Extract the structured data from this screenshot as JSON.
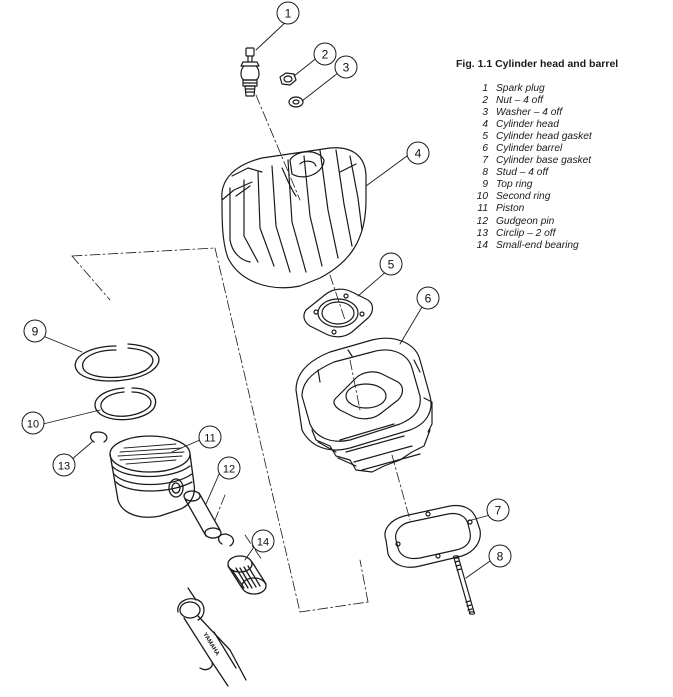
{
  "figure": {
    "caption": "Fig. 1.1 Cylinder head and barrel",
    "legend": [
      {
        "num": "1",
        "label": "Spark plug"
      },
      {
        "num": "2",
        "label": "Nut – 4 off"
      },
      {
        "num": "3",
        "label": "Washer – 4 off"
      },
      {
        "num": "4",
        "label": "Cylinder head"
      },
      {
        "num": "5",
        "label": "Cylinder head gasket"
      },
      {
        "num": "6",
        "label": "Cylinder barrel"
      },
      {
        "num": "7",
        "label": "Cylinder base gasket"
      },
      {
        "num": "8",
        "label": "Stud – 4 off"
      },
      {
        "num": "9",
        "label": "Top ring"
      },
      {
        "num": "10",
        "label": "Second ring"
      },
      {
        "num": "11",
        "label": "Piston"
      },
      {
        "num": "12",
        "label": "Gudgeon pin"
      },
      {
        "num": "13",
        "label": "Circlip – 2 off"
      },
      {
        "num": "14",
        "label": "Small-end bearing"
      }
    ],
    "callouts": [
      "1",
      "2",
      "3",
      "4",
      "5",
      "6",
      "7",
      "8",
      "9",
      "10",
      "11",
      "12",
      "13",
      "14"
    ],
    "rod_marking": "YAMAHA"
  }
}
